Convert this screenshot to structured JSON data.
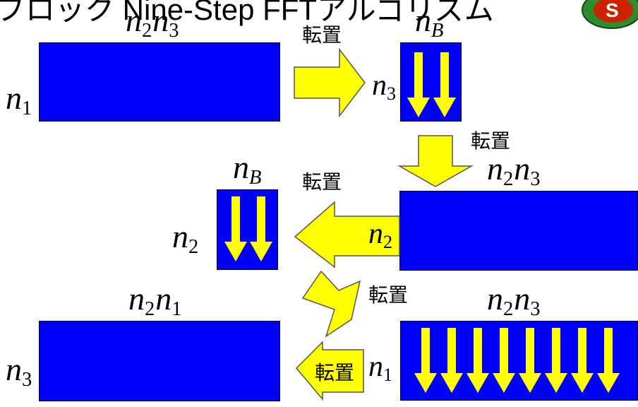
{
  "title": "ブロック Nine-Step FFTアルゴリズム",
  "transpose_label": "転置",
  "labels": {
    "top_left_cols": [
      "n",
      "2",
      "n",
      "3"
    ],
    "top_left_rows": [
      "n",
      "1"
    ],
    "top_right_cols": [
      "n",
      "B"
    ],
    "top_right_rows": [
      "n",
      "3"
    ],
    "mid_right_cols": [
      "n",
      "2",
      "n",
      "3"
    ],
    "mid_right_rows": [
      "n",
      "2"
    ],
    "mid_left_cols": [
      "n",
      "B"
    ],
    "mid_left_rows": [
      "n",
      "2"
    ],
    "bot_left_cols": [
      "n",
      "2",
      "n",
      "1"
    ],
    "bot_left_rows": [
      "n",
      "3"
    ],
    "bot_right_cols": [
      "n",
      "2",
      "n",
      "3"
    ],
    "bot_right_rows": [
      "n",
      "1"
    ]
  },
  "colors": {
    "block": "#0000ff",
    "arrow": "#ffff00",
    "outline": "#000000",
    "logo_outer": "#2e8b2e",
    "logo_inner": "#cc2200"
  },
  "icons": [
    "logo-icon",
    "big-arrow-icon",
    "small-arrow-icon"
  ]
}
